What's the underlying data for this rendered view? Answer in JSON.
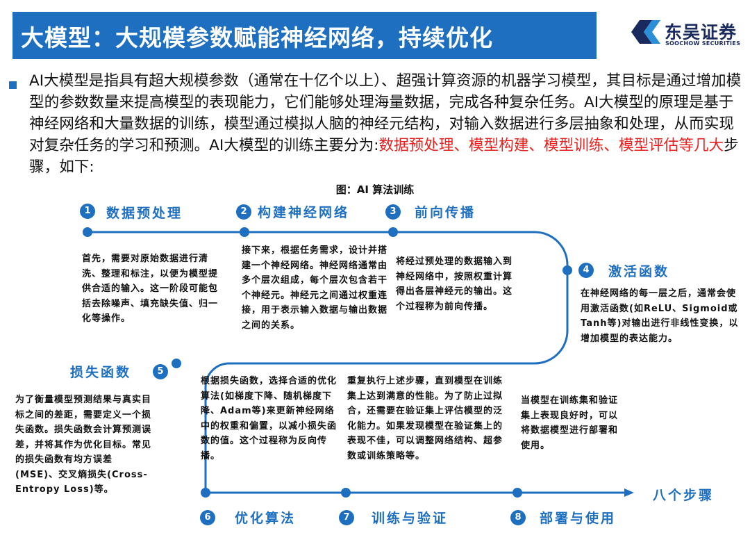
{
  "header": {
    "title": "大模型：大规模参数赋能神经网络，持续优化",
    "logo_name": "东吴证券",
    "logo_en": "SOOCHOW SECURITIES"
  },
  "intro": {
    "text_1": "AI大模型是指具有超大规模参数（通常在十亿个以上）、超强计算资源的机器学习模型，其目标是通过增加模型的参数数量来提高模型的表现能力，它们能够处理海量数据，完成各种复杂任务。AI大模型的原理是基于神经网络和大量数据的训练，模型通过模拟人脑的神经元结构，对输入数据进行多层抽象和处理，从而实现对复杂任务的学习和预测。AI大模型的训练主要分为:",
    "highlight": "数据预处理、模型构建、模型训练、模型评估等几大",
    "text_2": "步骤，如下:"
  },
  "figure": {
    "title": "图：AI 算法训练",
    "end_label": "八个步骤",
    "steps": [
      {
        "num": "1",
        "label": "数据预处理",
        "desc": "首先，需要对原始数据进行清洗、整理和标注，以便为模型提供合适的输入。这一阶段可能包括去除噪声、填充缺失值、归一化等操作。"
      },
      {
        "num": "2",
        "label": "构建神经网络",
        "desc": "接下来，根据任务需求，设计并搭建一个神经网络。神经网络通常由多个层次组成，每个层次包含若干个神经元。神经元之间通过权重连接，用于表示输入数据与输出数据之间的关系。"
      },
      {
        "num": "3",
        "label": "前向传播",
        "desc": "将经过预处理的数据输入到神经网络中，按照权重计算得出各层神经元的输出。这个过程称为前向传播。"
      },
      {
        "num": "4",
        "label": "激活函数",
        "desc": "在神经网络的每一层之后，通常会使用激活函数(如ReLU、Sigmoid或Tanh等)对输出进行非线性变换，以增加模型的表达能力。"
      },
      {
        "num": "5",
        "label": "损失函数",
        "desc": "为了衡量模型预测结果与真实目标之间的差距，需要定义一个损失函数。损失函数会计算预测误差，并将其作为优化目标。常见的损失函数有均方误差(MSE)、交叉熵损失(Cross-Entropy Loss)等。"
      },
      {
        "num": "6",
        "label": "优化算法",
        "desc": "根据损失函数，选择合适的优化算法(如梯度下降、随机梯度下降、Adam等)来更新神经网络中的权重和偏置，以减小损失函数的值。这个过程称为反向传播。"
      },
      {
        "num": "7",
        "label": "训练与验证",
        "desc": "重复执行上述步骤，直到模型在训练集上达到满意的性能。为了防止过拟合，还需要在验证集上评估模型的泛化能力。如果发现模型在验证集上的表现不佳，可以调整网络结构、超参数或训练策略等。"
      },
      {
        "num": "8",
        "label": "部署与使用",
        "desc": "当模型在训练集和验证集上表现良好时，可以将数据模型进行部署和使用。"
      }
    ]
  }
}
